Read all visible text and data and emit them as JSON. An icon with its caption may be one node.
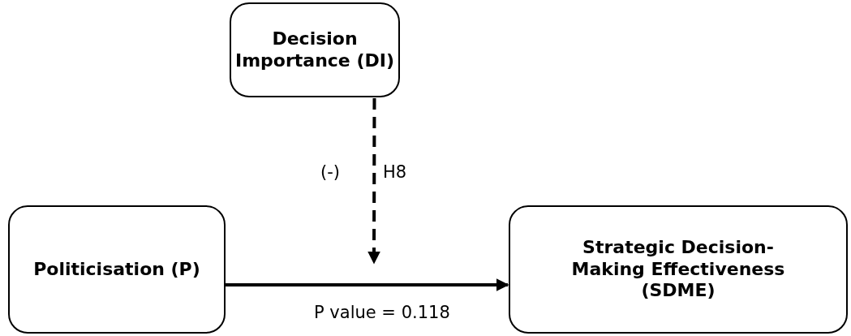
{
  "diagram": {
    "nodes": [
      {
        "text": [
          "Decision Importance (DI)"
        ]
      },
      {
        "text": [
          "Politicisation (P)"
        ]
      },
      {
        "text": [
          "Strategic Decision-Making Effectiveness (SDME)"
        ]
      }
    ],
    "edges": [
      {
        "from": 1,
        "to": 2,
        "arrow": "to",
        "label": "P value = 0.118"
      },
      {
        "from": 0,
        "to": null,
        "arrow": "to",
        "style": "dashed",
        "label": "H8"
      }
    ],
    "labels": [
      "(-)"
    ]
  }
}
